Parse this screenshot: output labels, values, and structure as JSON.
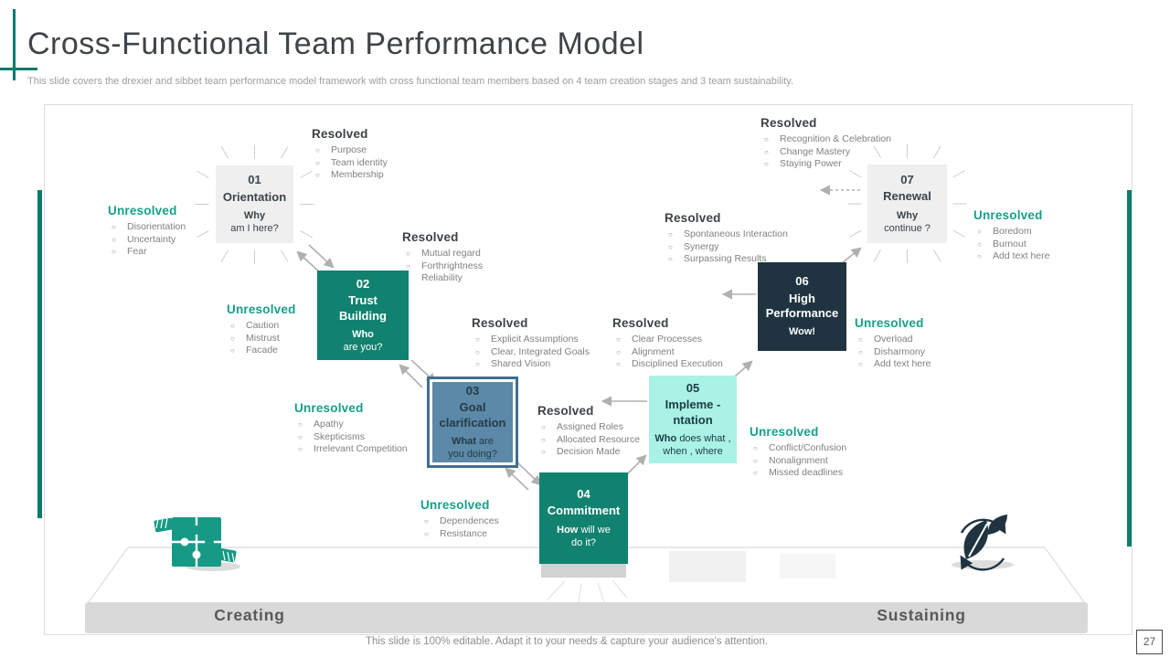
{
  "slide": {
    "title": "Cross-Functional Team Performance Model",
    "subtitle": "This slide covers the drexier and sibbet team performance model framework with cross functional team members based on 4 team creation stages and 3 team sustainability.",
    "footer": "This slide is 100% editable. Adapt it to your needs & capture your audience's attention.",
    "page_number": "27"
  },
  "labels": {
    "resolved": "Resolved",
    "unresolved": "Unresolved"
  },
  "phases": {
    "creating": "Creating",
    "sustaining": "Sustaining"
  },
  "stages": [
    {
      "number": "01",
      "title": "Orientation",
      "question_bold": "Why",
      "question_rest": "am I here?",
      "resolved": [
        "Purpose",
        "Team identity",
        "Membership"
      ],
      "unresolved": [
        "Disorientation",
        "Uncertainty",
        "Fear"
      ]
    },
    {
      "number": "02",
      "title": "Trust Building",
      "question_bold": "Who",
      "question_rest": "are you?",
      "resolved": [
        "Mutual regard",
        "Forthrightness",
        "Reliability"
      ],
      "unresolved": [
        "Caution",
        "Mistrust",
        "Facade"
      ]
    },
    {
      "number": "03",
      "title": "Goal clarification",
      "question_bold": "What",
      "question_rest": "are you doing?",
      "resolved": [
        "Explicit Assumptions",
        "Clear, Integrated Goals",
        "Shared Vision"
      ],
      "unresolved": [
        "Apathy",
        "Skepticisms",
        "Irrelevant Competition"
      ]
    },
    {
      "number": "04",
      "title": "Commitment",
      "question_bold": "How",
      "question_rest": "will we do it?",
      "resolved": [
        "Assigned Roles",
        "Allocated Resource",
        "Decision Made"
      ],
      "unresolved": [
        "Dependences",
        "Resistance"
      ]
    },
    {
      "number": "05",
      "title": "Impleme -ntation",
      "question_bold": "Who",
      "question_rest": "does what , when , where",
      "resolved": [
        "Clear Processes",
        "Alignment",
        "Disciplined Execution"
      ],
      "unresolved": [
        "Conflict/Confusion",
        "Nonalignment",
        "Missed deadlines"
      ]
    },
    {
      "number": "06",
      "title": "High Performance",
      "question_bold": "Wow!",
      "question_rest": "",
      "resolved": [
        "Spontaneous Interaction",
        "Synergy",
        "Surpassing Results"
      ],
      "unresolved": [
        "Overload",
        "Disharmony",
        "Add text here"
      ]
    },
    {
      "number": "07",
      "title": "Renewal",
      "question_bold": "Why",
      "question_rest": "continue ?",
      "resolved": [
        "Recognition & Celebration",
        "Change Mastery",
        "Staying Power"
      ],
      "unresolved": [
        "Boredom",
        "Burnout",
        "Add text here"
      ]
    }
  ],
  "icons": {
    "puzzle": "puzzle-pieces-icon",
    "leaf_cycle": "leaf-recycle-icon",
    "bullet": "circle-bullet-icon"
  },
  "colors": {
    "teal": "#11826f",
    "teal_bright": "#17a08a",
    "mint": "#a9f2e5",
    "dark_slate": "#1f3440",
    "blue_gray": "#5c89a7",
    "light_box": "#efefef",
    "accent_bar": "#0c7b6c",
    "arrow_gray": "#b0b0b0",
    "platform_gray": "#d9d9d9"
  }
}
